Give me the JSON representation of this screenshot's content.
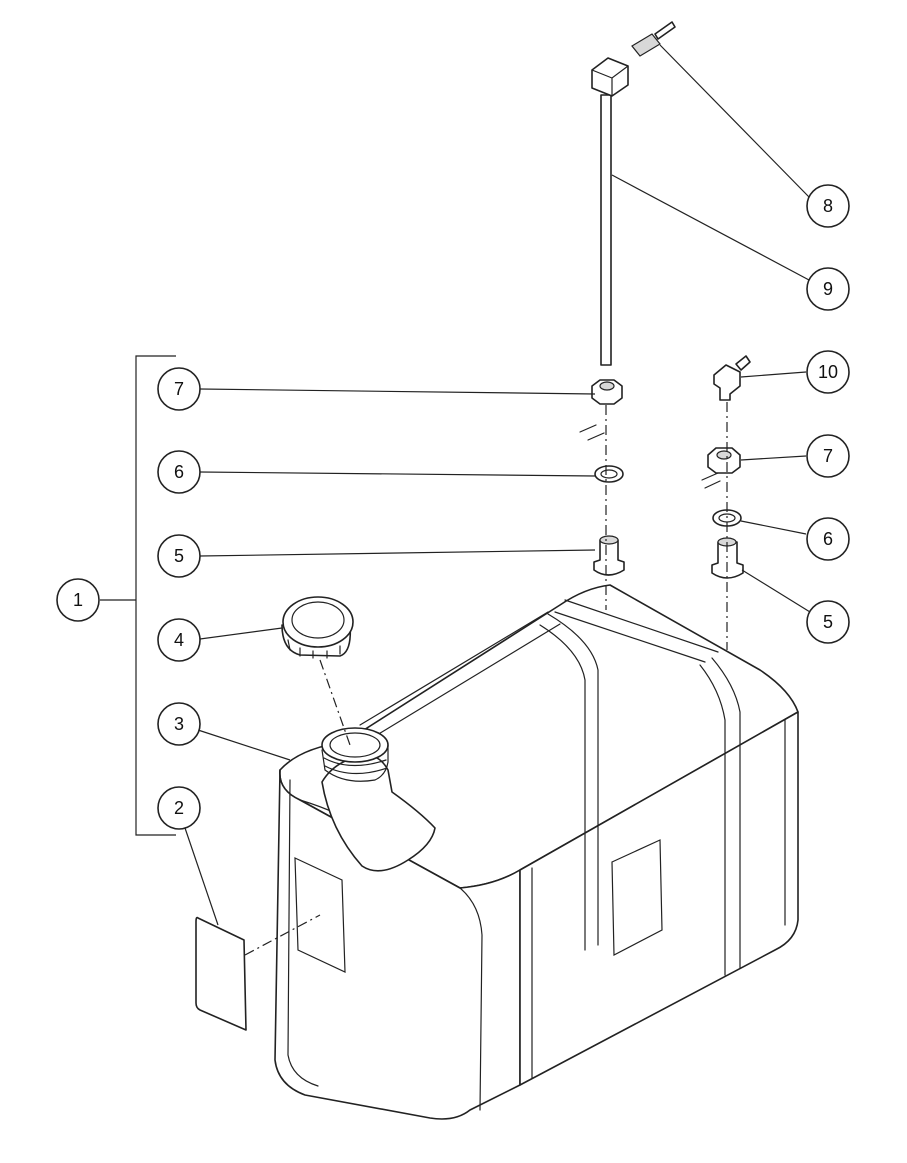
{
  "callouts": [
    {
      "id": "1",
      "label": "1"
    },
    {
      "id": "2",
      "label": "2"
    },
    {
      "id": "3",
      "label": "3"
    },
    {
      "id": "4",
      "label": "4"
    },
    {
      "id": "5a",
      "label": "5"
    },
    {
      "id": "6a",
      "label": "6"
    },
    {
      "id": "7a",
      "label": "7"
    },
    {
      "id": "8",
      "label": "8"
    },
    {
      "id": "9",
      "label": "9"
    },
    {
      "id": "10",
      "label": "10"
    },
    {
      "id": "7b",
      "label": "7"
    },
    {
      "id": "6b",
      "label": "6"
    },
    {
      "id": "5b",
      "label": "5"
    }
  ],
  "colors": {
    "line": "#222222",
    "background": "#ffffff"
  }
}
